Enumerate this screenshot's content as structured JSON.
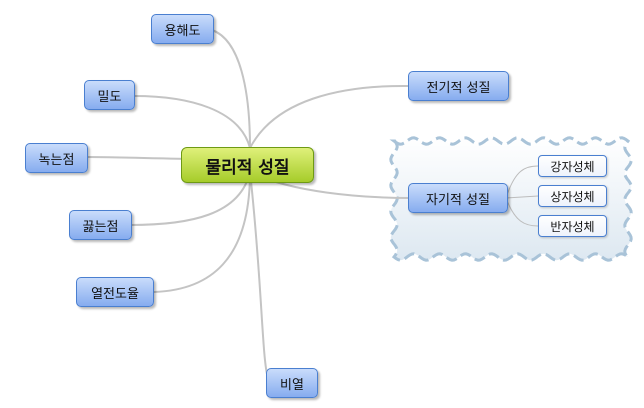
{
  "central": "물리적  성질",
  "branches": {
    "solubility": "용해도",
    "density": "밀도",
    "melting_point": "녹는점",
    "boiling_point": "끓는점",
    "thermal_conductivity": "열전도율",
    "specific_heat": "비열",
    "electrical": "전기적  성질",
    "magnetic": "자기적  성질"
  },
  "magnetic_children": [
    "강자성체",
    "상자성체",
    "반자성체"
  ],
  "colors": {
    "connector": "#c4c4c4",
    "node_border": "#4a7fd0",
    "central_fill": "#b9dc3c",
    "boundary": "#a9c3d8"
  }
}
